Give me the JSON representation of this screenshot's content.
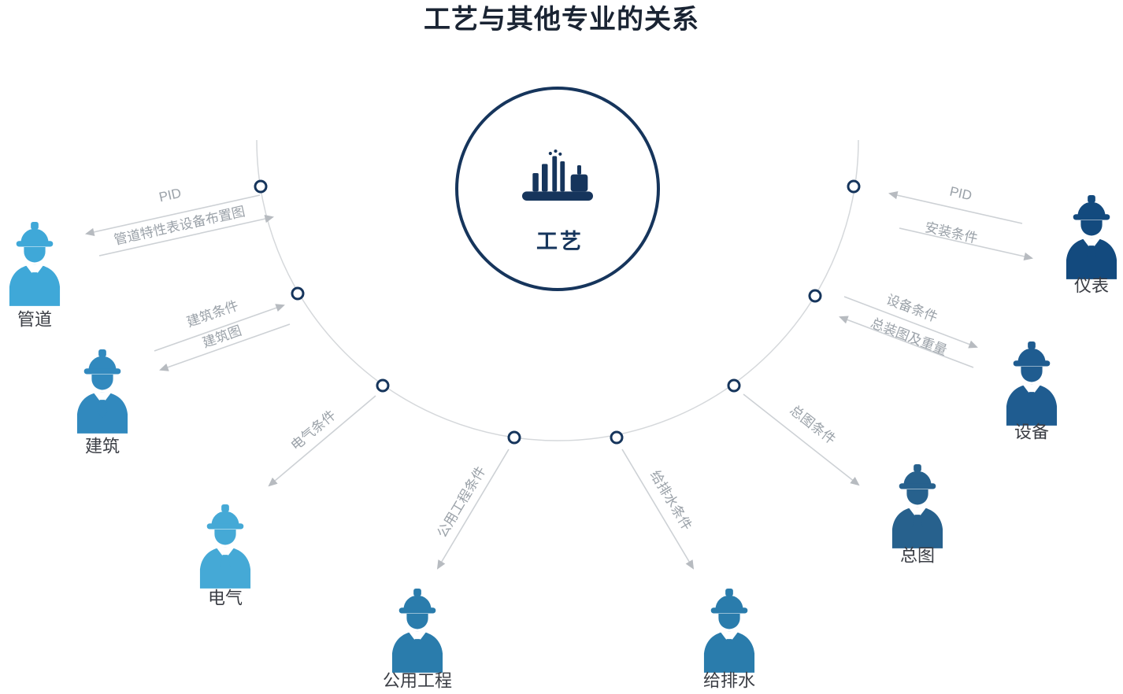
{
  "title": "工艺与其他专业的关系",
  "center": {
    "label": "工艺",
    "color": "#16355C"
  },
  "disciplines": [
    {
      "name": "管道",
      "color": "#3FA8D8"
    },
    {
      "name": "建筑",
      "color": "#3189BE"
    },
    {
      "name": "电气",
      "color": "#45A9D6"
    },
    {
      "name": "公用工程",
      "color": "#2A7CAC"
    },
    {
      "name": "给排水",
      "color": "#2A7CAC"
    },
    {
      "name": "总图",
      "color": "#27618D"
    },
    {
      "name": "设备",
      "color": "#1F5C90"
    },
    {
      "name": "仪表",
      "color": "#134A7E"
    }
  ],
  "flows": [
    {
      "label": "PID",
      "from": "工艺",
      "to": "管道"
    },
    {
      "label": "管道特性表设备布置图",
      "from": "管道",
      "to": "工艺"
    },
    {
      "label": "建筑条件",
      "from": "建筑",
      "to": "工艺"
    },
    {
      "label": "建筑图",
      "from": "工艺",
      "to": "建筑"
    },
    {
      "label": "电气条件",
      "from": "工艺",
      "to": "电气"
    },
    {
      "label": "公用工程条件",
      "from": "工艺",
      "to": "公用工程"
    },
    {
      "label": "给排水条件",
      "from": "工艺",
      "to": "给排水"
    },
    {
      "label": "总图条件",
      "from": "工艺",
      "to": "总图"
    },
    {
      "label": "设备条件",
      "from": "工艺",
      "to": "设备"
    },
    {
      "label": "总装图及重量",
      "from": "设备",
      "to": "工艺"
    },
    {
      "label": "PID",
      "from": "仪表",
      "to": "工艺"
    },
    {
      "label": "安装条件",
      "from": "工艺",
      "to": "仪表"
    }
  ]
}
